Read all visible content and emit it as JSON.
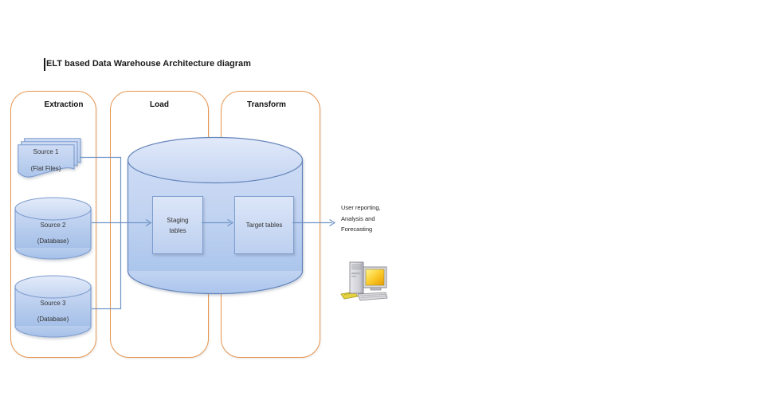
{
  "title": "ELT based Data Warehouse Architecture diagram",
  "panels": [
    {
      "label": "Extraction"
    },
    {
      "label": "Load"
    },
    {
      "label": "Transform"
    }
  ],
  "sources": [
    {
      "name": "Source 1",
      "type": "(Flat Files)",
      "shape": "document-stack"
    },
    {
      "name": "Source 2",
      "type": "(Database)",
      "shape": "database-cylinder"
    },
    {
      "name": "Source 3",
      "type": "(Database)",
      "shape": "database-cylinder"
    }
  ],
  "warehouse": {
    "shape": "database-cylinder",
    "staging": {
      "line1": "Staging",
      "line2": "tables"
    },
    "target": {
      "label": "Target tables"
    }
  },
  "output_text": {
    "line1": "User reporting,",
    "line2": "Analysis and",
    "line3": "Forecasting"
  },
  "icons": {
    "computer": "desktop-computer-icon",
    "cursor": "text-insertion-caret"
  },
  "colors": {
    "panel_border": "#E7954E",
    "shape_border": "#7D9CCE",
    "cylinder_border": "#6585BB",
    "connector": "#7195C7",
    "fill_light": "#DCE6F8",
    "fill_dark": "#AFC7EC",
    "screen_yellow": "#F5C400",
    "text": "#262626"
  }
}
